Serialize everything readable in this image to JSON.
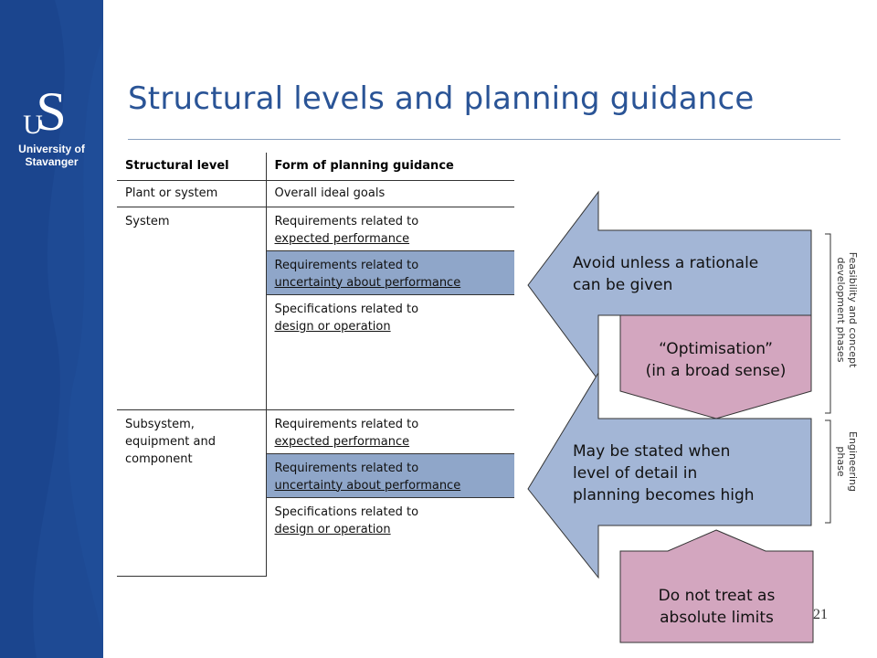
{
  "brand": {
    "logo_letters": "US",
    "logo_line1": "University of",
    "logo_line2": "Stavanger",
    "sidebar_color": "#1e4a94",
    "accent_color": "#2a5496"
  },
  "title": "Structural levels and planning guidance",
  "table": {
    "header": {
      "col1": "Structural level",
      "col2": "Form of planning guidance"
    },
    "rows": [
      {
        "level": "Plant or system",
        "guidance_l1": "Overall ideal goals",
        "guidance_l2": ""
      },
      {
        "level": "System",
        "guidance_l1": "Requirements related to",
        "guidance_l2": "expected performance"
      },
      {
        "level": "",
        "guidance_l1": "Requirements related to",
        "guidance_l2": "uncertainty about performance"
      },
      {
        "level": "",
        "guidance_l1": "Specifications related to",
        "guidance_l2": "design or operation"
      },
      {
        "level_l1": "Subsystem,",
        "level_l2": "equipment and",
        "level_l3": "component",
        "guidance_l1": "Requirements related to",
        "guidance_l2": "expected performance"
      },
      {
        "level": "",
        "guidance_l1": "Requirements related to",
        "guidance_l2": "uncertainty about performance"
      },
      {
        "level": "",
        "guidance_l1": "Specifications related to",
        "guidance_l2": "design or operation"
      }
    ],
    "shade_color": "#8fa6c9"
  },
  "arrows": {
    "upper": {
      "line1": "Avoid unless a rationale",
      "line2": "can be given"
    },
    "lower": {
      "line1": "May be stated when",
      "line2": "level of detail in",
      "line3": "planning becomes high"
    },
    "arrow_color": "#a3b6d6"
  },
  "boxes": {
    "optimisation": {
      "line1": "“Optimisation”",
      "line2": "(in a broad sense)"
    },
    "limits": {
      "line1": "Do not treat as",
      "line2": "absolute limits"
    },
    "box_color": "#d3a6bf"
  },
  "phases": {
    "upper_l1": "Feasibility and concept",
    "upper_l2": "development phases",
    "lower_l1": "Engineering",
    "lower_l2": "phase"
  },
  "page_number": "21"
}
